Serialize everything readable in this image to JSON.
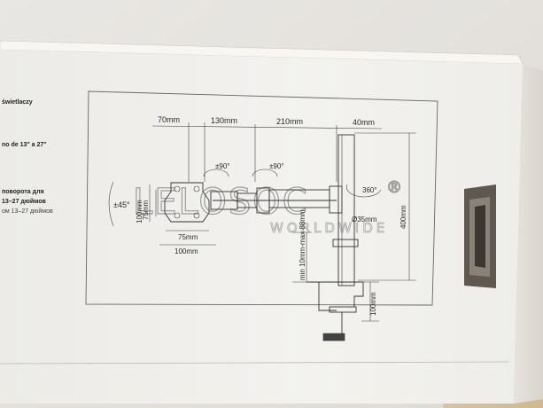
{
  "box_text": {
    "line1": "świetlaczy",
    "line2": "no de 13\" a 27\"",
    "line3": "поворота для",
    "line4": "13–27 дюймов",
    "line5": "ом 13–27 дюймов"
  },
  "dimensions": {
    "d70": "70mm",
    "d130": "130mm",
    "d210": "210mm",
    "d40": "40mm",
    "rot90a": "±90°",
    "rot90b": "±90°",
    "rot360": "360°",
    "tilt45": "±45°",
    "vesa75h": "75mm",
    "vesa100h": "100mm",
    "vesa75w": "75mm",
    "vesa100w": "100mm",
    "pole_dia": "Ø35mm",
    "height400": "400mm",
    "clamp_range": "min 10mm-max 88mm",
    "base100": "100mm"
  },
  "brand": {
    "name": "LELOSOC",
    "reg": "®",
    "tagline": "WORLDWIDE"
  },
  "colors": {
    "wall": "#ece9e4",
    "box_face": "#f4f3f0",
    "floor": "#d9c6a6",
    "handle_slot": "#6a645c"
  }
}
